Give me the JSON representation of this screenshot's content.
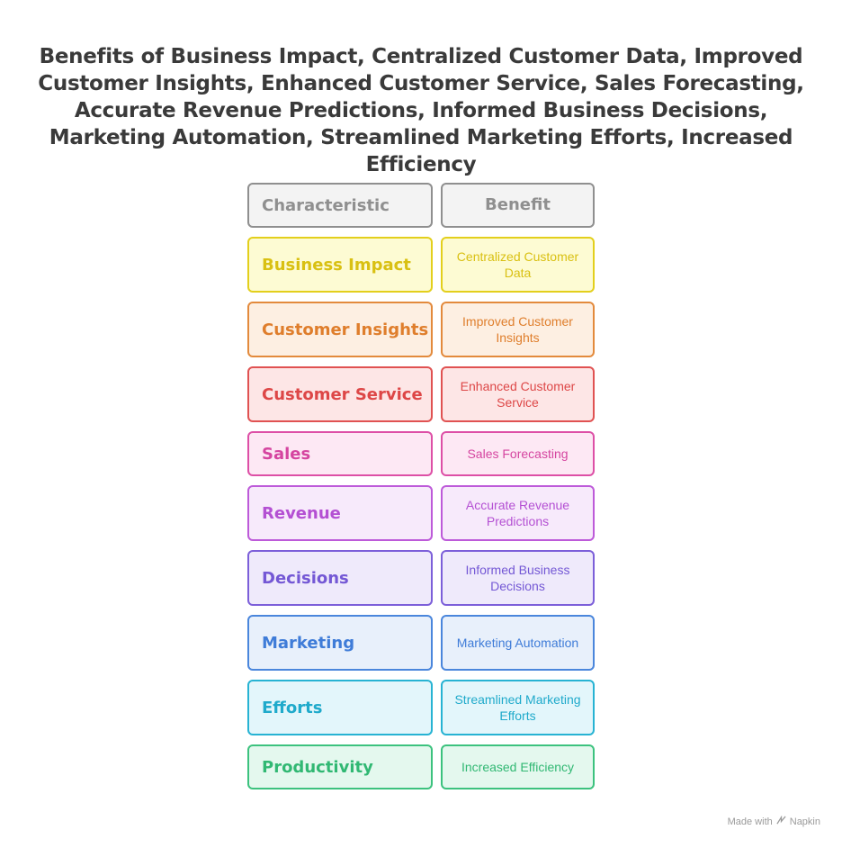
{
  "title": "Benefits of Business Impact, Centralized Customer Data, Improved Customer Insights, Enhanced Customer Service, Sales Forecasting, Accurate Revenue Predictions, Informed Business Decisions, Marketing Automation, Streamlined Marketing Efforts, Increased Efficiency",
  "header": {
    "left": "Characteristic",
    "right": "Benefit",
    "border": "#8f8f8f",
    "fill": "#f3f3f3",
    "text": "#8f8f8f"
  },
  "rows": [
    {
      "characteristic": "Business Impact",
      "benefit": "Centralized Customer Data",
      "border": "#e3cf1c",
      "fill": "#fdfbd3",
      "text": "#d9c012"
    },
    {
      "characteristic": "Customer Insights",
      "benefit": "Improved Customer Insights",
      "border": "#e38a3c",
      "fill": "#fdefe2",
      "text": "#df7e2c"
    },
    {
      "characteristic": "Customer Service",
      "benefit": "Enhanced Customer Service",
      "border": "#e05252",
      "fill": "#fde6e6",
      "text": "#dd4747"
    },
    {
      "characteristic": "Sales",
      "benefit": "Sales Forecasting",
      "border": "#dd4fa6",
      "fill": "#fde8f4",
      "text": "#d545a0"
    },
    {
      "characteristic": "Revenue",
      "benefit": "Accurate Revenue Predictions",
      "border": "#bd5ad9",
      "fill": "#f7eafb",
      "text": "#b450d3"
    },
    {
      "characteristic": "Decisions",
      "benefit": "Informed Business Decisions",
      "border": "#7c5fd9",
      "fill": "#efeafb",
      "text": "#7458d5"
    },
    {
      "characteristic": "Marketing",
      "benefit": "Marketing Automation",
      "border": "#4a86dc",
      "fill": "#e8f0fb",
      "text": "#3f7cd8"
    },
    {
      "characteristic": "Efforts",
      "benefit": "Streamlined Marketing Efforts",
      "border": "#27b3d3",
      "fill": "#e3f6fb",
      "text": "#1faacb"
    },
    {
      "characteristic": "Productivity",
      "benefit": "Increased Efficiency",
      "border": "#3cc27e",
      "fill": "#e4f8ee",
      "text": "#31b873"
    }
  ],
  "credit": {
    "made_with": "Made with",
    "brand": "Napkin",
    "icon": "napkin-logo-icon"
  }
}
